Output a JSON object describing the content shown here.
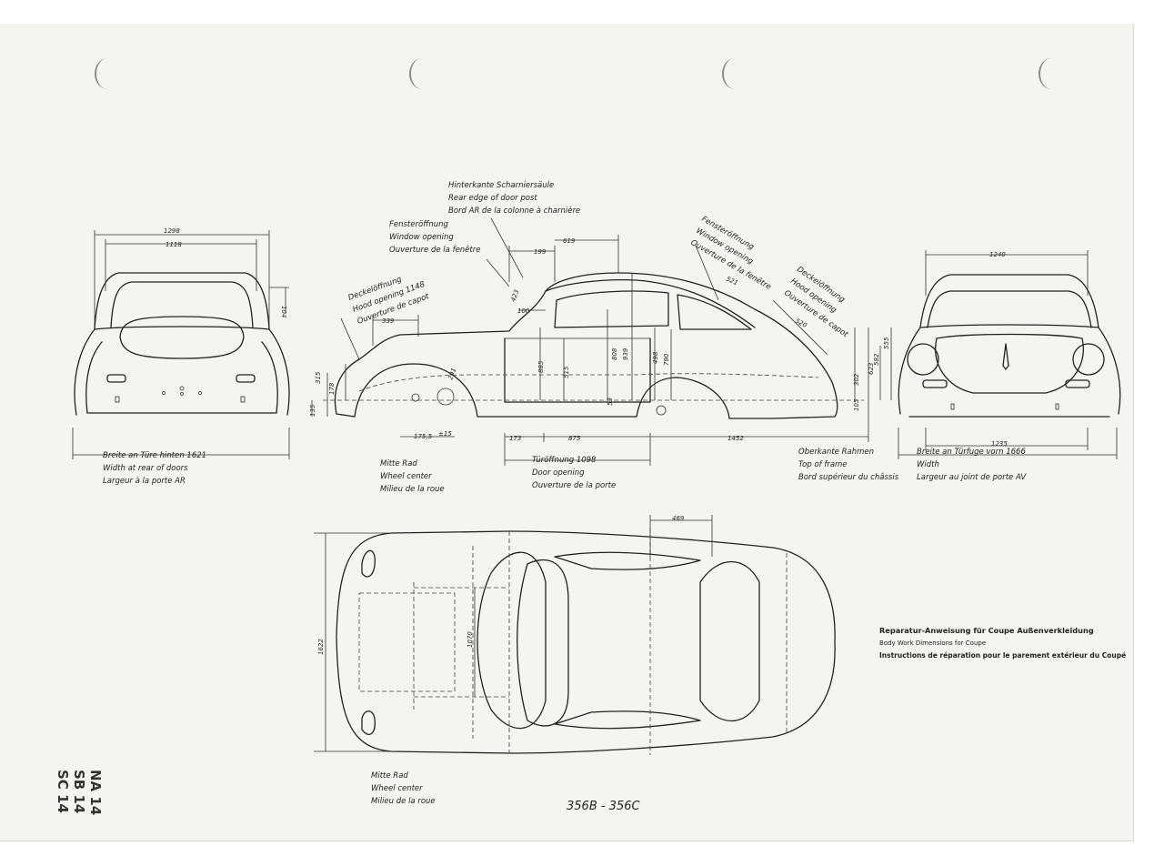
{
  "rear_view": {
    "dim_top_outer": "1298",
    "dim_top_inner": "1118",
    "dim_right_vertical": "104",
    "label": [
      "Breite an Türe hinten 1621",
      "Width at rear of doors",
      "Largeur à la porte AR"
    ]
  },
  "side_view": {
    "door_post_label": [
      "Hinterkante Scharniersäule",
      "Rear edge of door post",
      "Bord AR de la colonne à charnière"
    ],
    "window_opening_label": [
      "Fensteröffnung",
      "Window opening",
      "Ouverture de la fenêtre"
    ],
    "hood_opening_label": [
      "Deckelöffnung",
      "Hood opening 1148",
      "Ouverture de capot"
    ],
    "rear_window_label": [
      "Fensteröffnung",
      "Window opening",
      "Ouverture de la fenêtre"
    ],
    "rear_hood_label": [
      "Deckelöffnung",
      "Hood opening",
      "Ouverture de capot"
    ],
    "wheel_center_label": [
      "Mitte Rad",
      "Wheel center",
      "Milieu de la roue"
    ],
    "door_opening_label": [
      "Türöffnung 1098",
      "Door opening",
      "Ouverture de la porte"
    ],
    "frame_label": [
      "Oberkante Rahmen",
      "Top of frame",
      "Bord supérieur du châssis"
    ],
    "dimensions": {
      "d_199": "199",
      "d_619": "619",
      "d_423": "423",
      "d_100": "100",
      "d_339": "339",
      "d_521": "521",
      "d_520": "520",
      "d_885": "885",
      "d_515": "515",
      "d_808": "808",
      "d_939": "939",
      "d_498": "498",
      "d_790": "790",
      "d_53": "53",
      "d_291": "291",
      "d_178": "178",
      "d_315": "315",
      "d_135": "135",
      "d_1755": "175,5",
      "d_15": "±15",
      "d_173": "173",
      "d_875": "875",
      "d_1452": "1452",
      "d_302": "302",
      "d_105": "105",
      "d_623": "623",
      "d_582": "582",
      "d_555": "555"
    }
  },
  "front_view": {
    "dim_top": "1240",
    "dim_bottom": "1235",
    "label": [
      "Breite an Türfuge vorn 1666",
      "Width",
      "Largeur au joint de porte AV"
    ]
  },
  "top_view": {
    "dim_469": "469",
    "dim_1622": "1622",
    "dim_1070": "1070",
    "wheel_center_label": [
      "Mitte Rad",
      "Wheel center",
      "Milieu de la roue"
    ]
  },
  "title_block": {
    "line1": "Reparatur-Anweisung für Coupe Außenverkleidung",
    "line2": "Body Work Dimensions for Coupe",
    "line3": "Instructions de réparation pour le parement extérieur du Coupé"
  },
  "model": "356B - 356C",
  "codes": [
    "NA 14",
    "SB 14",
    "SC 14"
  ]
}
